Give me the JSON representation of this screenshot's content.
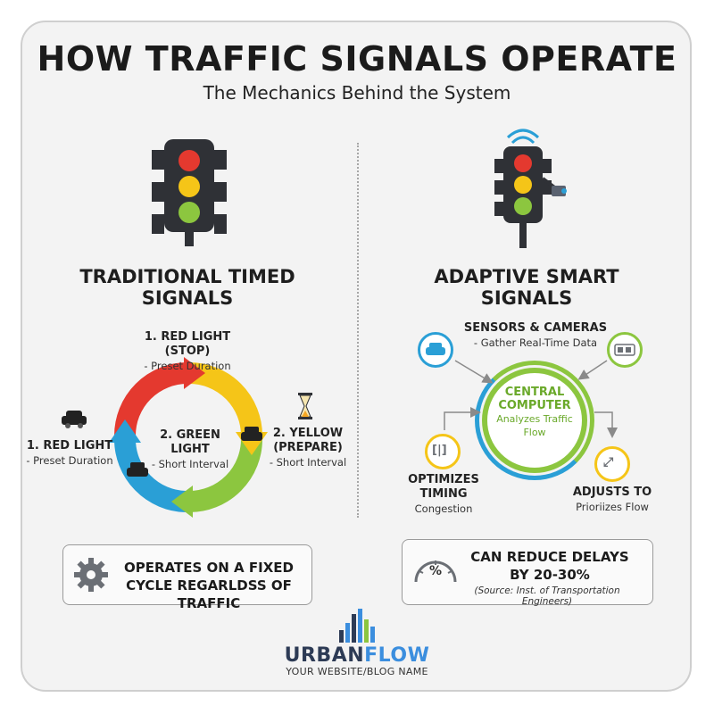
{
  "header": {
    "title": "HOW TRAFFIC SIGNALS OPERATE",
    "subtitle": "The Mechanics Behind the System"
  },
  "traditional": {
    "heading": "TRADITIONAL TIMED SIGNALS",
    "cycle": {
      "top": {
        "title": "1. RED LIGHT (STOP)",
        "sub": "- Preset Duration"
      },
      "left": {
        "title": "1. RED LIGHT",
        "sub": "- Preset Duration"
      },
      "center": {
        "title": "2. GREEN LIGHT",
        "sub": "- Short Interval"
      },
      "right": {
        "title": "2. YELLOW (PREPARE)",
        "sub": "- Short Interval"
      }
    },
    "info": "OPERATES ON A FIXED CYCLE REGARLDSS OF TRAFFIC"
  },
  "adaptive": {
    "heading": "ADAPTIVE SMART SIGNALS",
    "sensors": {
      "title": "SENSORS & CAMERAS",
      "sub": "- Gather Real-Time Data"
    },
    "center": {
      "title": "CENTRAL COMPUTER",
      "sub": "Analyzes Traffic Flow"
    },
    "optimizes": {
      "title": "OPTIMIZES TIMING",
      "sub": "Congestion"
    },
    "adjusts": {
      "title": "ADJUSTS TO",
      "sub": "Prioriizes Flow"
    },
    "info": "CAN REDUCE DELAYS BY 20-30%",
    "source": "(Source: Inst. of Transportation Engineers)",
    "gauge_label": "%"
  },
  "footer": {
    "brand_part1": "URBAN",
    "brand_part2": "FLOW",
    "tagline": "YOUR WEBSITE/BLOG NAME"
  },
  "colors": {
    "red": "#e4392f",
    "yellow": "#f5c518",
    "green": "#8cc63f",
    "blue": "#2a9fd6",
    "dark": "#2f3136"
  },
  "icons": [
    "traffic-light-icon",
    "smart-traffic-light-icon",
    "car-icon",
    "hourglass-icon",
    "gear-icon",
    "camera-icon",
    "gauge-icon",
    "city-skyline-icon"
  ]
}
